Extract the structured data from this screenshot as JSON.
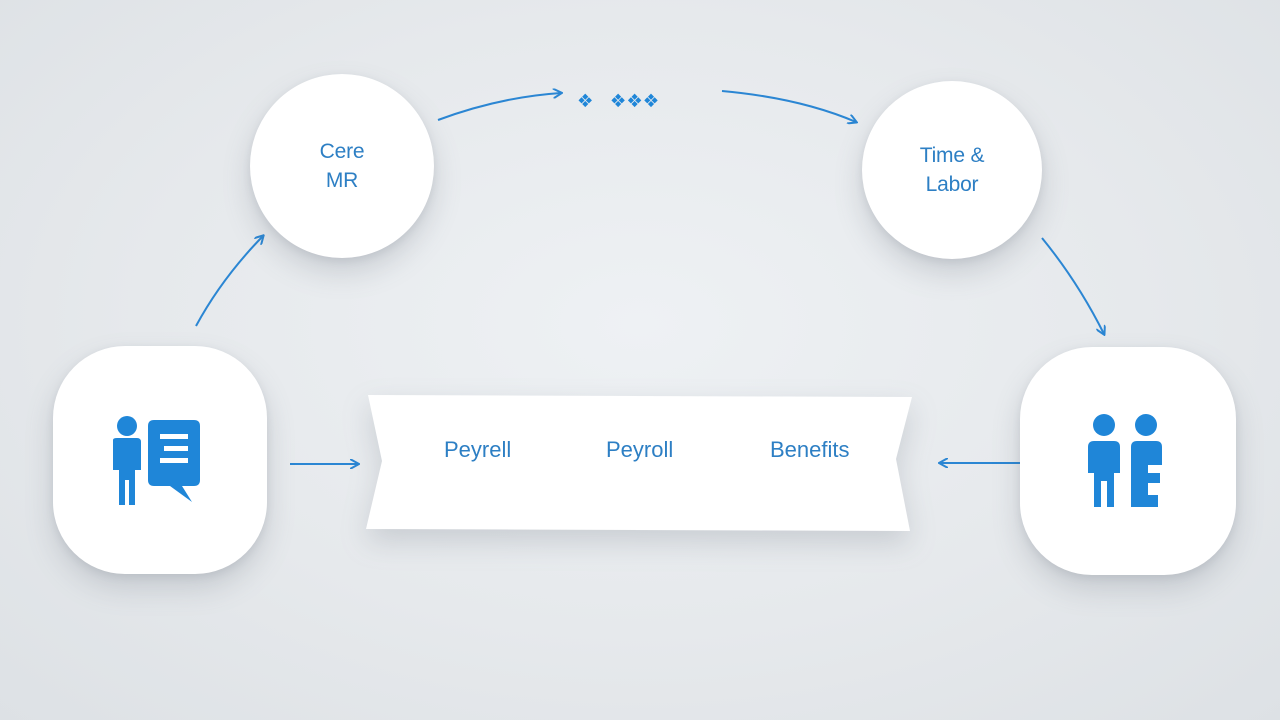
{
  "colors": {
    "accent": "#2d7fc4",
    "icon": "#1f86d8",
    "arrow": "#2b86d3",
    "node_fill": "#ffffff",
    "background": "#e6e9ec"
  },
  "nodes": {
    "core_hr": {
      "line1": "Cere",
      "line2": "MR"
    },
    "time_labor": {
      "line1": "Time &",
      "line2": "Labor"
    },
    "employee_docs": {
      "icon": "person-document-icon"
    },
    "team": {
      "icon": "two-people-icon"
    }
  },
  "top_label": "❖ ❖❖❖",
  "banner": {
    "labels": [
      "Peyrell",
      "Peyroll",
      "Benefits"
    ]
  },
  "arrows": [
    {
      "from": "employee_docs",
      "to": "core_hr"
    },
    {
      "from": "core_hr",
      "to": "top_label"
    },
    {
      "from": "top_label",
      "to": "time_labor"
    },
    {
      "from": "time_labor",
      "to": "team"
    },
    {
      "from": "employee_docs",
      "to": "banner"
    },
    {
      "from": "team",
      "to": "banner"
    }
  ]
}
